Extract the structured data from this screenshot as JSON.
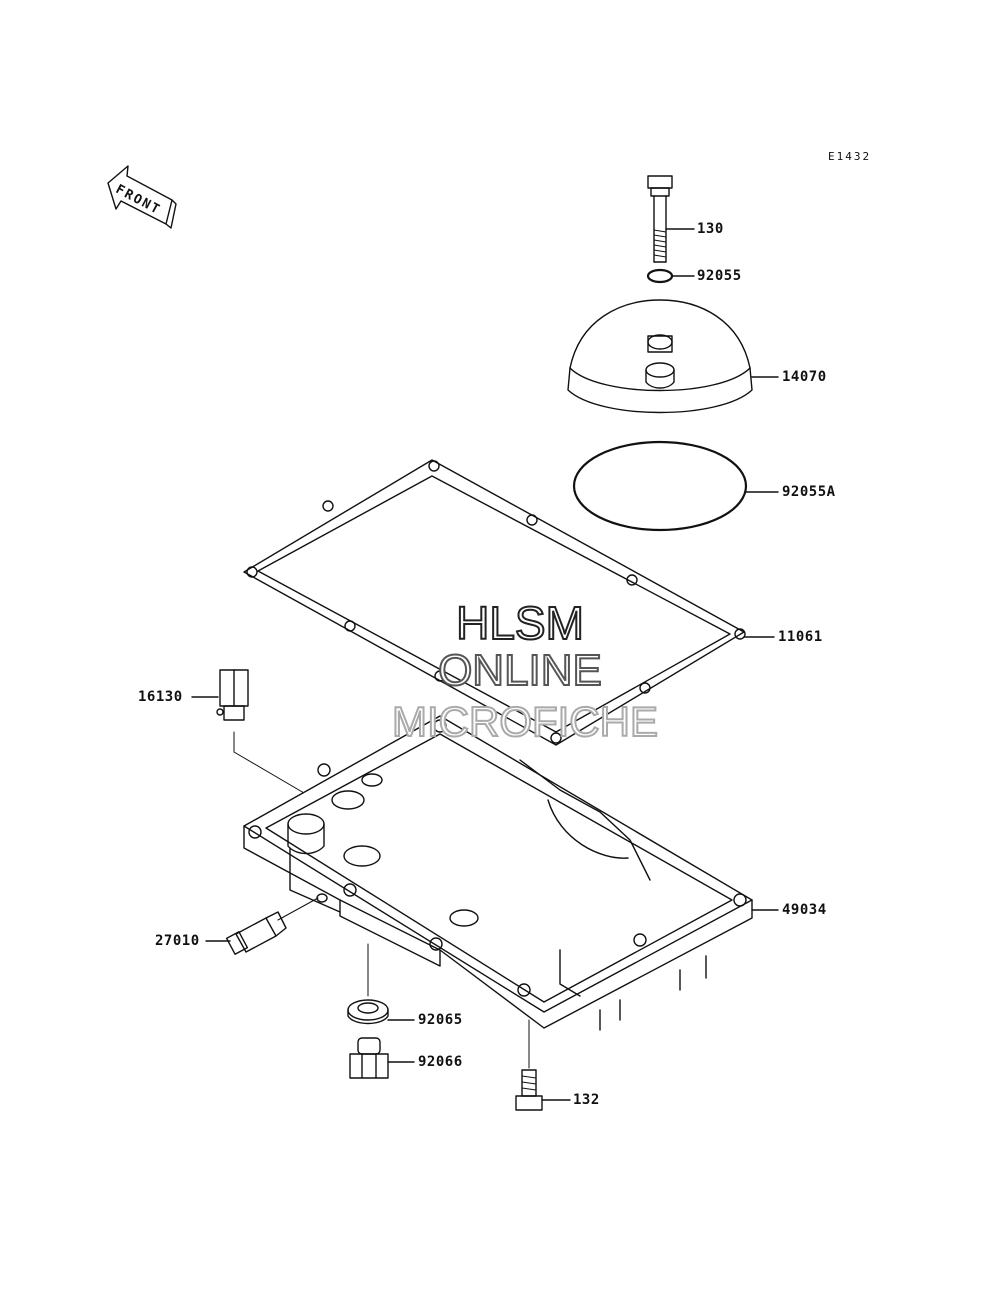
{
  "diagram_code": "E1432",
  "front_label": "FRONT",
  "watermark": {
    "line1": "HLSM",
    "line2": "ONLINE",
    "line3": "MICROFICHE"
  },
  "parts": [
    {
      "id": "130",
      "label": "130"
    },
    {
      "id": "92055",
      "label": "92055"
    },
    {
      "id": "14070",
      "label": "14070"
    },
    {
      "id": "92055A",
      "label": "92055A"
    },
    {
      "id": "11061",
      "label": "11061"
    },
    {
      "id": "16130",
      "label": "16130"
    },
    {
      "id": "49034",
      "label": "49034"
    },
    {
      "id": "27010",
      "label": "27010"
    },
    {
      "id": "92065",
      "label": "92065"
    },
    {
      "id": "92066",
      "label": "92066"
    },
    {
      "id": "132",
      "label": "132"
    }
  ]
}
